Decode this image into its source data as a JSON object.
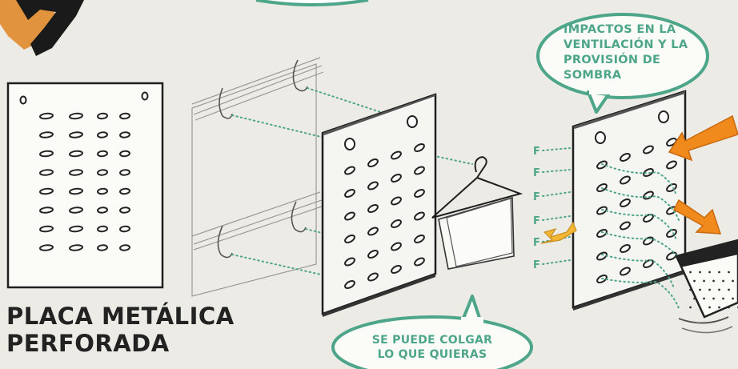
{
  "title": {
    "line1": "PLACA METÁLICA",
    "line2": "PERFORADA"
  },
  "callouts": {
    "ventilation": {
      "lines": [
        "IMPACTOS EN LA",
        "VENTILACIÓN Y LA",
        "PROVISIÓN DE",
        "SOMBRA"
      ]
    },
    "hanging": {
      "lines": [
        "SE PUEDE COLGAR",
        "LO QUE QUIERAS"
      ]
    }
  },
  "colors": {
    "accent_teal": "#4ea68a",
    "arrow_orange": "#f08a1c",
    "arrow_yellow": "#f3b632",
    "ink": "#222222"
  }
}
